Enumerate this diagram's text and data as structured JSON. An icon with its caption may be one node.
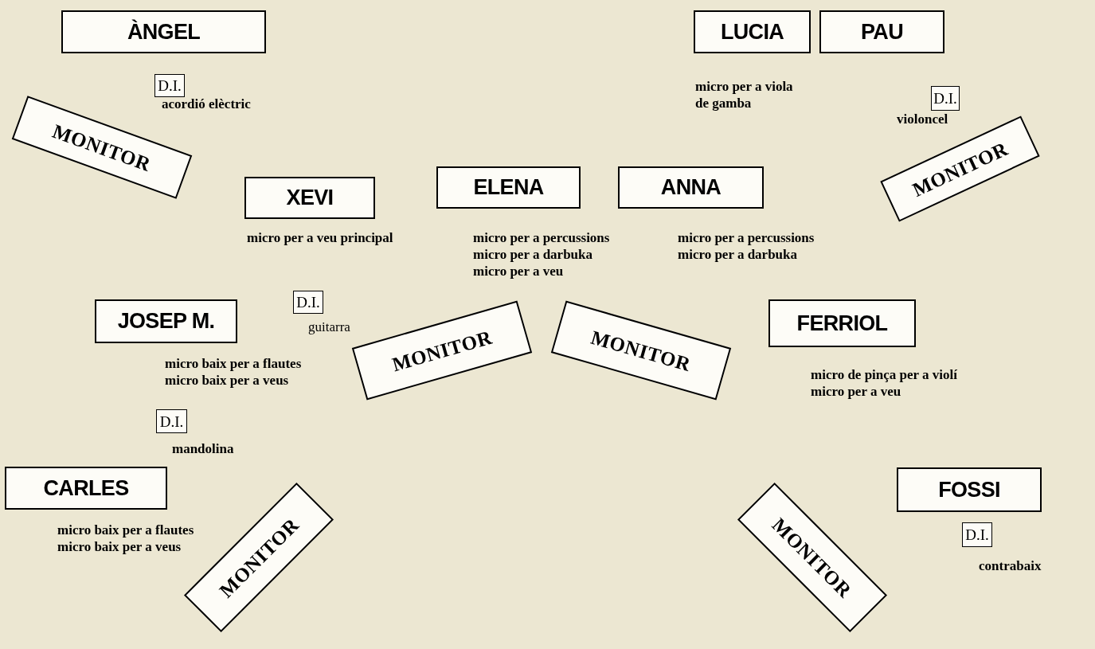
{
  "diagram": {
    "nodes": [
      {
        "text": [
          "ÀNGEL"
        ]
      },
      {
        "text": [
          "LUCIA"
        ],
        "beside": [
          "micro per a viola de gamba"
        ]
      },
      {
        "text": [
          "PAU"
        ]
      },
      {
        "text": [
          "D.I."
        ],
        "beside": [
          "acordió elèctric"
        ]
      },
      {
        "text": [
          "D.I."
        ],
        "beside": [
          "violoncel"
        ]
      },
      {
        "text": [
          "MONITOR"
        ]
      },
      {
        "text": [
          "MONITOR"
        ]
      },
      {
        "text": [
          "XEVI"
        ],
        "beside": [
          "micro per a veu principal"
        ]
      },
      {
        "text": [
          "ELENA"
        ],
        "beside": [
          "micro per a percussions",
          "micro per a darbuka",
          "micro per a veu"
        ]
      },
      {
        "text": [
          "ANNA"
        ],
        "beside": [
          "micro per a percussions",
          "micro per a darbuka"
        ]
      },
      {
        "text": [
          "D.I."
        ],
        "beside": [
          "guitarra"
        ]
      },
      {
        "text": [
          "JOSEP M."
        ],
        "beside": [
          "micro baix per a flautes",
          "micro baix per a veus"
        ]
      },
      {
        "text": [
          "FERRIOL"
        ],
        "beside": [
          "micro de pinça per a violí",
          "micro per a veu"
        ]
      },
      {
        "text": [
          "MONITOR"
        ]
      },
      {
        "text": [
          "MONITOR"
        ]
      },
      {
        "text": [
          "D.I."
        ],
        "beside": [
          "mandolina"
        ]
      },
      {
        "text": [
          "CARLES"
        ],
        "beside": [
          "micro baix per a flautes",
          "micro baix per a veus"
        ]
      },
      {
        "text": [
          "FOSSI"
        ]
      },
      {
        "text": [
          "MONITOR"
        ]
      },
      {
        "text": [
          "MONITOR"
        ]
      },
      {
        "text": [
          "D.I."
        ],
        "beside": [
          "contrabaix"
        ]
      }
    ]
  }
}
